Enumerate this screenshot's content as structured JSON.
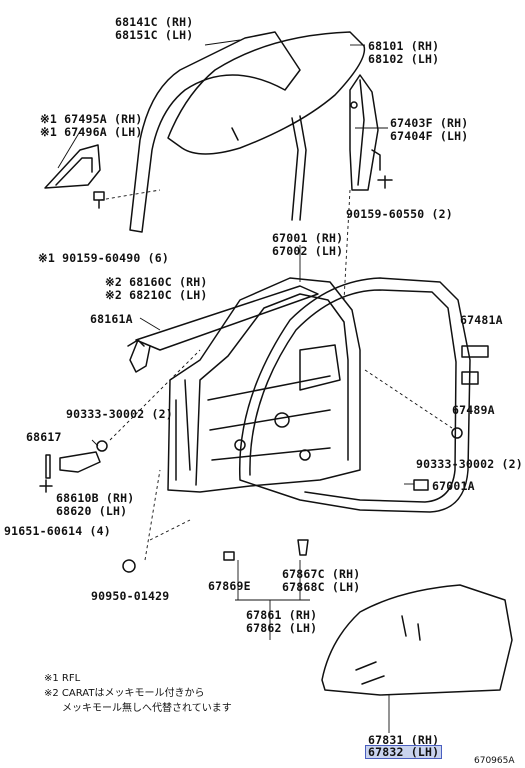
{
  "labels": {
    "p68141c": "68141C (RH)",
    "p68151c": "68151C (LH)",
    "p68101": "68101 (RH)",
    "p68102": "68102 (LH)",
    "p67495a": "※1 67495A (RH)",
    "p67496a": "※1 67496A (LH)",
    "p67403f": "67403F (RH)",
    "p67404f": "67404F (LH)",
    "p90159_60550": "90159-60550 (2)",
    "p90159_60490": "※1 90159-60490 (6)",
    "p67001": "67001 (RH)",
    "p67002": "67002 (LH)",
    "p68160c": "※2 68160C (RH)",
    "p68210c": "※2 68210C (LH)",
    "p68161a": "68161A",
    "p67481a": "67481A",
    "p67489a": "67489A",
    "p90333_left": "90333-30002 (2)",
    "p90333_right": "90333-30002 (2)",
    "p68617": "68617",
    "p68610b": "68610B (RH)",
    "p68620": "68620 (LH)",
    "p91651": "91651-60614 (4)",
    "p67001a": "67001A",
    "p90950": "90950-01429",
    "p67869e": "67869E",
    "p67867c": "67867C (RH)",
    "p67868c": "67868C (LH)",
    "p67861": "67861 (RH)",
    "p67862": "67862 (LH)",
    "p67831": "67831 (RH)",
    "p67832": "67832 (LH)"
  },
  "notes": {
    "n1": "※1 RFL",
    "n2a": "※2 CARATはメッキモール付きから",
    "n2b": "メッキモール無しへ代替されています"
  },
  "figure_id": "670965A",
  "colors": {
    "line": "#111111",
    "highlight": "#c9d3ee",
    "highlight_border": "#4a5fc0"
  }
}
